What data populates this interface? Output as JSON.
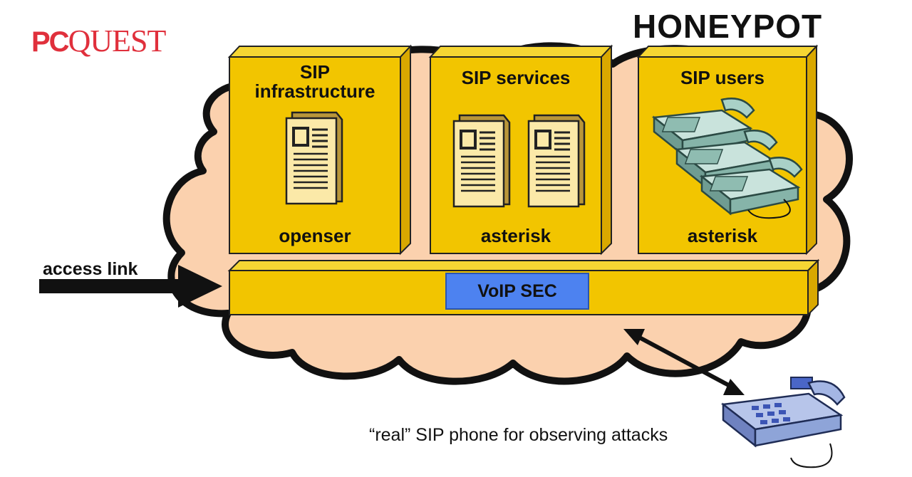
{
  "logo": {
    "brand_pc": "PC",
    "brand_rest": "QUEST",
    "tagline": ""
  },
  "title": "HONEYPOT",
  "boxes": [
    {
      "title_line1": "SIP",
      "title_line2": "infrastructure",
      "footer": "openser",
      "icon": "server-icon"
    },
    {
      "title_line1": "SIP services",
      "title_line2": "",
      "footer": "asterisk",
      "icon": "server-icon"
    },
    {
      "title_line1": "SIP users",
      "title_line2": "",
      "footer": "asterisk",
      "icon": "telephone-icon"
    }
  ],
  "access_link": "access link",
  "voip_sec": "VoIP SEC",
  "real_phone": "“real” SIP phone for observing attacks",
  "colors": {
    "box_yellow": "#f2c500",
    "box_side": "#d9a800",
    "cloud_fill": "#fbd1ae",
    "voip_blue": "#4d82f0",
    "phone_green": "#9fc9c0",
    "phone_blue": "#8ea4d8",
    "logo_red": "#e0303c"
  }
}
